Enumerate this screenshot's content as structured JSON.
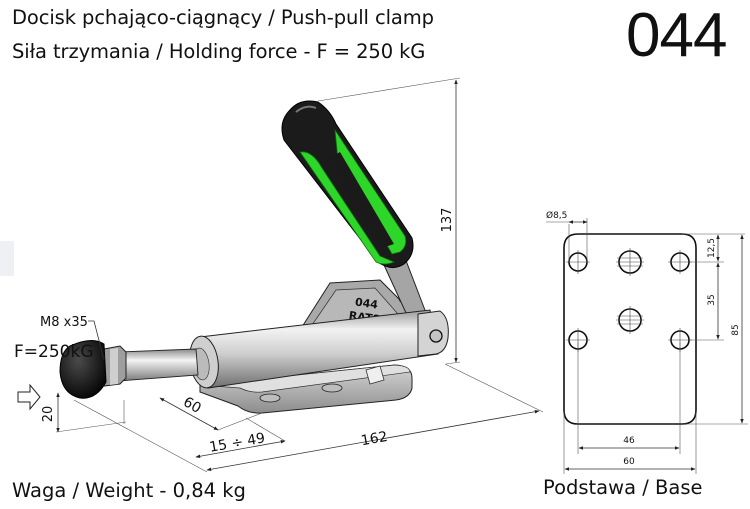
{
  "header": {
    "title_line1": "Docisk pchająco-ciągnący / Push-pull clamp",
    "title_line2": "Siła trzymania / Holding force - F = 250 kG",
    "model_number": "044"
  },
  "drawing": {
    "product_marking_line1": "044",
    "product_marking_line2": "RATS",
    "handle_color": "#2fd62a",
    "handle_grip_color": "#1a1a1a",
    "body_color": "#c8c8c8",
    "annotations": {
      "thread": "M8 x35",
      "force": "F=250kG",
      "height_total": "137",
      "spindle_height": "20",
      "base_depth": "60",
      "stroke": "15 ÷ 49",
      "length_total": "162"
    }
  },
  "base_view": {
    "label": "Podstawa / Base",
    "hole_diameter": "Ø8,5",
    "edge_offset": "12,5",
    "hole_spacing_vertical": "35",
    "height": "85",
    "hole_spacing_horizontal": "46",
    "width": "60"
  },
  "footer": {
    "weight": "Waga / Weight - 0,84 kg"
  }
}
